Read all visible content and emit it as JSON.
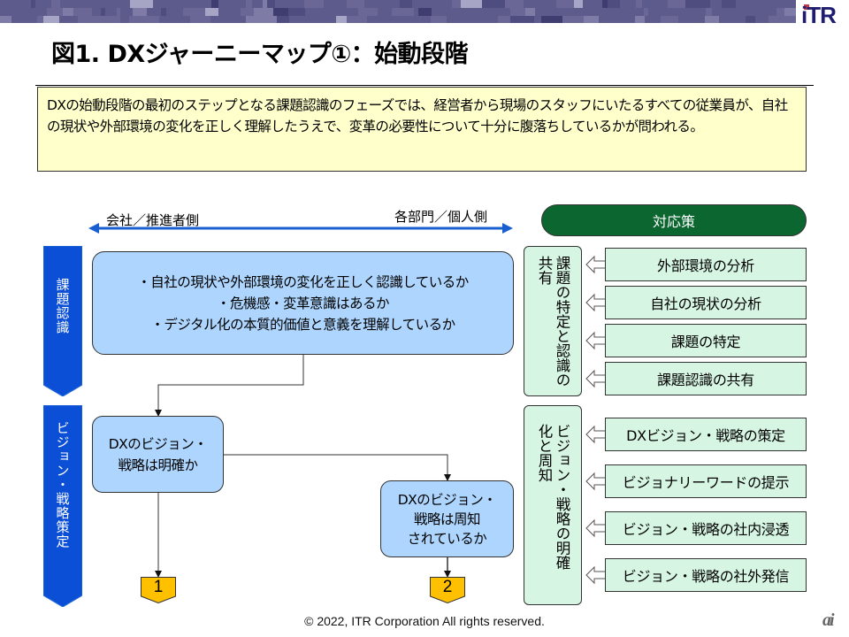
{
  "header": {
    "logo": "iTR",
    "title": "図1.  DXジャーニーマップ①：始動段階",
    "banner_colors": [
      "#5d5a8c",
      "#6a6797",
      "#4f4c80",
      "#7e7ba6",
      "#a7a5c6",
      "#3f3c70"
    ]
  },
  "summary": {
    "text": "DXの始動段階の最初のステップとなる課題認識のフェーズでは、経営者から現場のスタッフにいたるすべての従業員が、自社の現状や外部環境の変化を正しく理解したうえで、変革の必要性について十分に腹落ちしているかが問われる。"
  },
  "axis": {
    "left_label": "会社／推進者側",
    "right_label": "各部門／個人側",
    "color": "#1a5fd0"
  },
  "phases": [
    {
      "label": "課題認識"
    },
    {
      "label": "ビジョン・戦略策定"
    }
  ],
  "flow": {
    "recognition_box": {
      "lines": [
        "・自社の現状や外部環境の変化を正しく認識しているか",
        "・危機感・変革意識はあるか",
        "・デジタル化の本質的価値と意義を理解しているか"
      ]
    },
    "vision_clear_box": {
      "lines": [
        "DXのビジョン・",
        "戦略は明確か"
      ]
    },
    "vision_known_box": {
      "lines": [
        "DXのビジョン・",
        "戦略は周知",
        "されているか"
      ]
    },
    "markers": [
      "1",
      "2"
    ]
  },
  "countermeasures": {
    "header": "対応策",
    "groups": [
      {
        "label": "課題の特定と認識の共有",
        "items": [
          "外部環境の分析",
          "自社の現状の分析",
          "課題の特定",
          "課題認識の共有"
        ]
      },
      {
        "label": "ビジョン・戦略の明確化と周知",
        "items": [
          "DXビジョン・戦略の策定",
          "ビジョナリーワードの提示",
          "ビジョン・戦略の社内浸透",
          "ビジョン・戦略の社外発信"
        ]
      }
    ]
  },
  "colors": {
    "phase_blue": "#0b4fd6",
    "box_blue": "#add5fd",
    "summary_yellow": "#ffffcc",
    "header_green": "#0b6630",
    "item_green": "#d6f5e3",
    "marker_yellow": "#ffc000"
  },
  "footer": {
    "copyright": "© 2022, ITR  Corporation  All rights reserved.",
    "watermark": "ai"
  }
}
